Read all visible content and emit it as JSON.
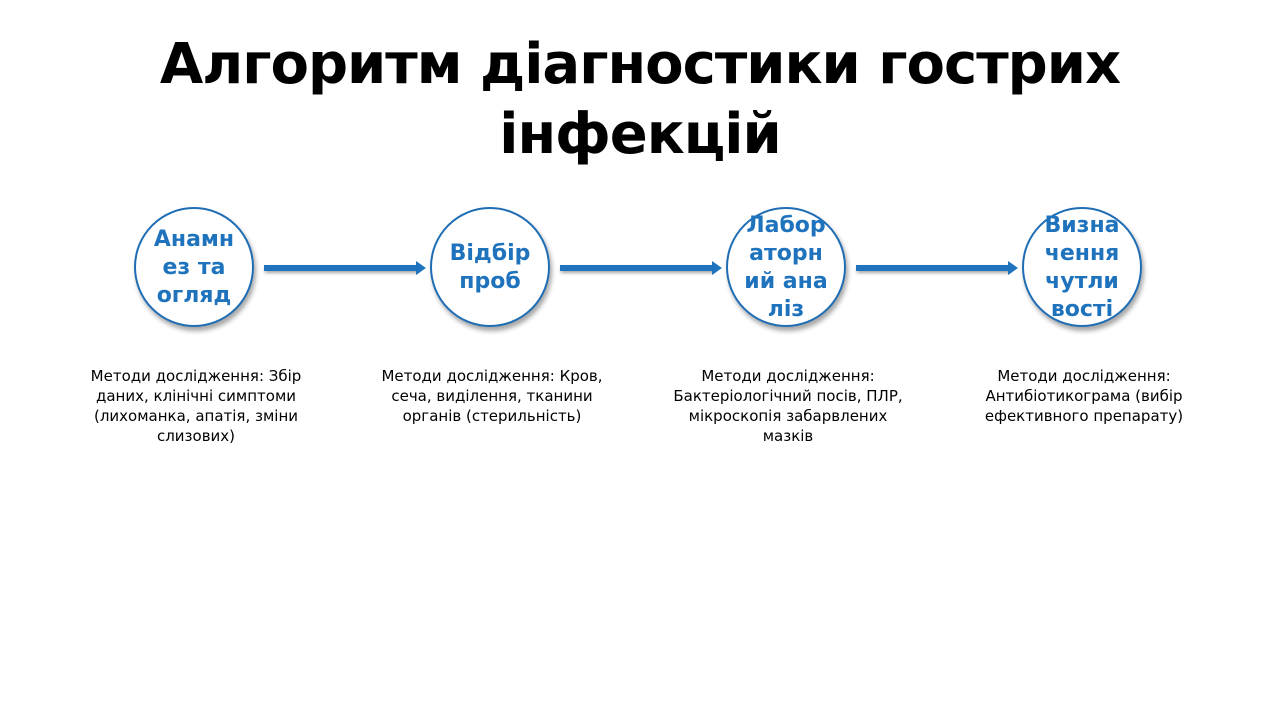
{
  "slide": {
    "title": "Алгоритм діагностики гострих інфекцій"
  },
  "steps": [
    {
      "label": "Анамнез та огляд",
      "description": "Методи дослідження: Збір даних, клінічні симптоми (лихоманка, апатія, зміни слизових)"
    },
    {
      "label": "Відбір проб",
      "description": "Методи дослідження: Кров, сеча, виділення, тканини органів (стерильність)"
    },
    {
      "label": "Лабораторний аналіз",
      "description": "Методи дослідження: Бактеріологічний посів, ПЛР, мікроскопія забарвлених мазків"
    },
    {
      "label": "Визначення чутливості",
      "description": "Методи дослідження: Антибіотикограма (вибір ефективного препарату)"
    }
  ],
  "colors": {
    "accent": "#1f73bd",
    "circle_border": "#1f6db5",
    "text": "#000000"
  }
}
